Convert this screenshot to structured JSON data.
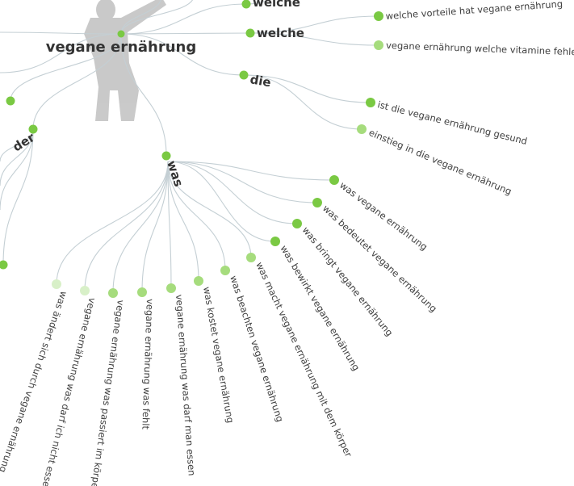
{
  "root": {
    "label": "vegane ernährung"
  },
  "colors": {
    "link": "#c4cfd4",
    "node_strong": "#7ac943",
    "node_medium": "#a6dc7d",
    "node_light": "#d8f0c8",
    "text": "#404040",
    "silhouette": "#b5b5b5"
  },
  "branches": {
    "top": {
      "label": "welche"
    },
    "welche": {
      "label": "welche",
      "leaves": [
        "welche vorteile hat vegane ernährung",
        "vegane ernährung welche vitamine fehlen"
      ]
    },
    "die": {
      "label": "die",
      "leaves": [
        "ist die vegane ernährung gesund",
        "einstieg in die vegane ernährung"
      ]
    },
    "der": {
      "label": "der"
    },
    "was": {
      "label": "was",
      "leaves": [
        "was vegane ernährung",
        "was bedeutet vegane ernährung",
        "was bringt vegane ernährung",
        "was bewirkt vegane ernährung",
        "was macht vegane ernährung mit dem körper",
        "was beachten vegane ernährung",
        "was kostet vegane ernährung",
        "vegane ernährung was darf man essen",
        "vegane ernährung was fehlt",
        "vegane ernährung was passiert im körper",
        "vegane ernährung was darf ich nicht essen",
        "was ändert sich durch vegane ernährung"
      ]
    }
  }
}
